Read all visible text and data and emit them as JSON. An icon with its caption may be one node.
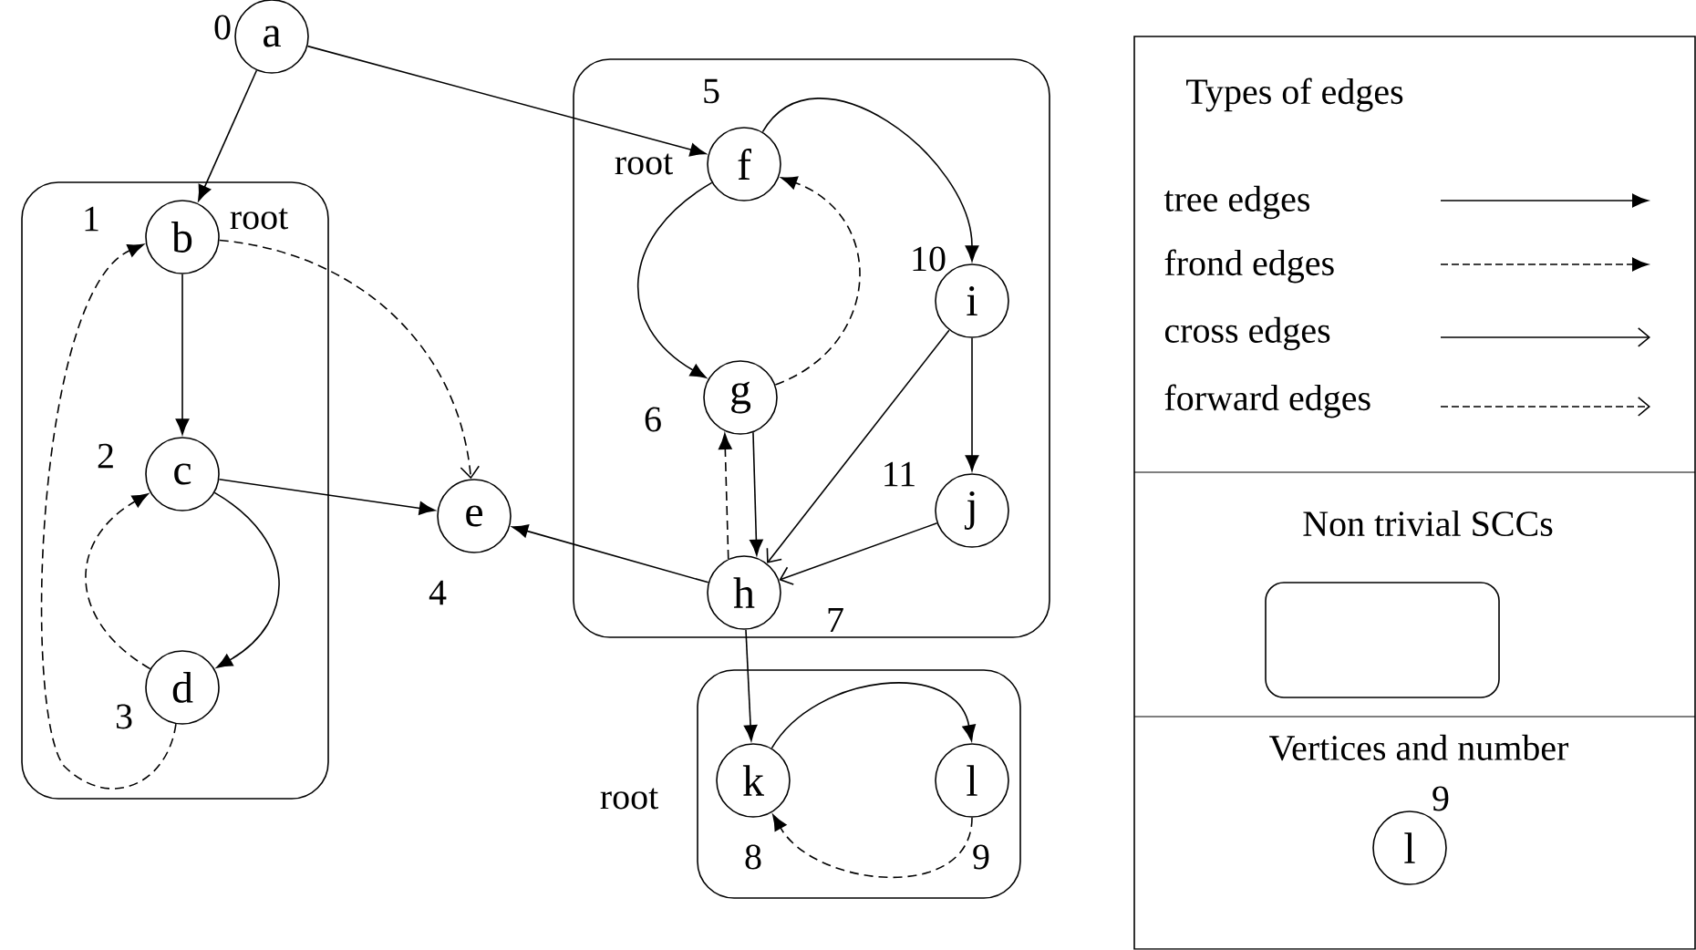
{
  "diagram": {
    "nodes": [
      {
        "text": [
          "a"
        ],
        "beside": [
          "0"
        ]
      },
      {
        "text": [],
        "shape": "box"
      },
      {
        "text": [
          "b"
        ],
        "in": 1,
        "beside": [
          "1",
          "root"
        ]
      },
      {
        "text": [
          "c"
        ],
        "in": 1,
        "beside": [
          "2"
        ]
      },
      {
        "text": [
          "d"
        ],
        "in": 1,
        "beside": [
          "3"
        ]
      },
      {
        "text": [
          "e"
        ],
        "beside": [
          "4"
        ]
      },
      {
        "text": [],
        "shape": "box"
      },
      {
        "text": [
          "f"
        ],
        "in": 6,
        "beside": [
          "5",
          "root"
        ]
      },
      {
        "text": [
          "g"
        ],
        "in": 6,
        "beside": [
          "6"
        ]
      },
      {
        "text": [
          "h"
        ],
        "in": 6,
        "beside": [
          "7"
        ]
      },
      {
        "text": [
          "i"
        ],
        "in": 6,
        "beside": [
          "10"
        ]
      },
      {
        "text": [
          "j"
        ],
        "in": 6,
        "beside": [
          "11"
        ]
      },
      {
        "text": [],
        "shape": "box"
      },
      {
        "text": [
          "k"
        ],
        "in": 12,
        "beside": [
          "root",
          "8"
        ]
      },
      {
        "text": [
          "l"
        ],
        "in": 12,
        "beside": [
          "9"
        ]
      },
      {
        "text": [],
        "shape": "box"
      },
      {
        "text": [
          "l"
        ],
        "beside": [
          "9"
        ]
      }
    ],
    "edges": [
      {
        "from": 0,
        "to": 2,
        "arrow": "to"
      },
      {
        "from": 0,
        "to": 7,
        "arrow": "to"
      },
      {
        "from": 2,
        "to": 3,
        "arrow": "to"
      },
      {
        "from": 2,
        "to": 5,
        "arrow": "to",
        "style": "dashed"
      },
      {
        "from": 3,
        "to": 5,
        "arrow": "to"
      },
      {
        "from": 3,
        "to": 4,
        "arrow": "to"
      },
      {
        "from": 4,
        "to": 3,
        "arrow": "to",
        "style": "dashed"
      },
      {
        "from": 4,
        "to": 2,
        "arrow": "to",
        "style": "dashed"
      },
      {
        "from": 7,
        "to": 8,
        "arrow": "to"
      },
      {
        "from": 8,
        "to": 7,
        "arrow": "to",
        "style": "dashed"
      },
      {
        "from": 8,
        "to": 9,
        "arrow": "to"
      },
      {
        "from": 9,
        "to": 8,
        "arrow": "to",
        "style": "dashed"
      },
      {
        "from": 9,
        "to": 5,
        "arrow": "to"
      },
      {
        "from": 7,
        "to": 10,
        "arrow": "to"
      },
      {
        "from": 10,
        "to": 9,
        "arrow": "to"
      },
      {
        "from": 10,
        "to": 11,
        "arrow": "to"
      },
      {
        "from": 11,
        "to": 9,
        "arrow": "to"
      },
      {
        "from": 9,
        "to": 13,
        "arrow": "to"
      },
      {
        "from": 13,
        "to": 14,
        "arrow": "to"
      },
      {
        "from": 14,
        "to": 13,
        "arrow": "to",
        "style": "dashed"
      }
    ],
    "labels": [
      "Types of edges"
    ],
    "legend": [
      {
        "text": "tree edges"
      },
      {
        "text": "frond edges"
      },
      {
        "text": "cross edges"
      },
      {
        "text": "forward edges"
      },
      {
        "text": "Non trivial SCCs"
      },
      {
        "text": "Vertices and number"
      }
    ]
  }
}
